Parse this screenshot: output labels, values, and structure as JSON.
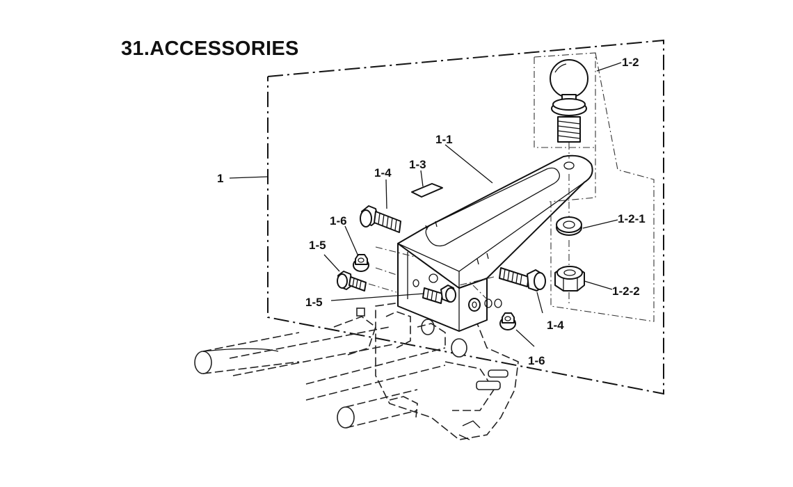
{
  "title": "31.ACCESSORIES",
  "callouts": {
    "c1": "1",
    "c1_1": "1-1",
    "c1_2": "1-2",
    "c1_2_1": "1-2-1",
    "c1_2_2": "1-2-2",
    "c1_3": "1-3",
    "c1_4a": "1-4",
    "c1_4b": "1-4",
    "c1_5a": "1-5",
    "c1_5b": "1-5",
    "c1_6a": "1-6",
    "c1_6b": "1-6"
  },
  "icons": {
    "tow-ball": "tow-ball-icon",
    "mounting-bracket": "bracket-icon",
    "bolt": "bolt-icon",
    "nut": "nut-icon",
    "washer": "washer-icon"
  }
}
